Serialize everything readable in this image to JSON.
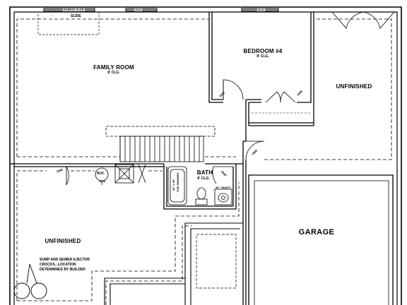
{
  "plan": {
    "windows": {
      "egress_slider": "EGRESS SLDR",
      "window_mid": "3042",
      "window_right": "3042"
    },
    "slide_label": "SLIDE",
    "rooms": {
      "family_room": {
        "name": "FAMILY ROOM",
        "ceiling": "8' CLG."
      },
      "bedroom_4": {
        "name": "BEDROOM #4",
        "ceiling": "8' CLG."
      },
      "unfinished_right": {
        "name": "UNFINISHED"
      },
      "bath": {
        "name": "BATH",
        "ceiling": "8' CLG."
      },
      "unfinished_left": {
        "name": "UNFINISHED"
      },
      "garage": {
        "name": "GARAGE"
      }
    },
    "fixtures": {
      "water_heater": "W.H.",
      "tub_shower": "TUB SHOWER",
      "tub_size": "32\" x 60\"",
      "vanity": "30\" VANITY",
      "door_bedroom": "2068",
      "door_closet": "2068",
      "door_hall": "2868",
      "door_lower": "2068",
      "door_bath": "2068",
      "door_utility": "2068"
    },
    "note": {
      "line1": "SUMP AND SEWER EJECTOR",
      "line2": "CROCKS...LOCATION",
      "line3": "DETERMINED BY BUILDER"
    }
  }
}
